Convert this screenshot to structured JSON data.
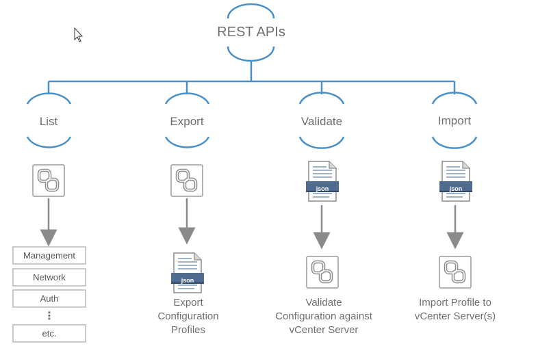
{
  "root": {
    "label": "REST APIs"
  },
  "nodes": [
    {
      "label": "List"
    },
    {
      "label": "Export"
    },
    {
      "label": "Validate"
    },
    {
      "label": "Import"
    }
  ],
  "file_tag": "json",
  "list_items": [
    "Management",
    "Network",
    "Auth",
    "etc."
  ],
  "list_ellipsis": "⋮",
  "outcomes": {
    "export": [
      "Export",
      "Configuration",
      "Profiles"
    ],
    "validate": [
      "Validate",
      "Configuration against",
      "vCenter Server"
    ],
    "import": [
      "Import Profile to",
      "vCenter Server(s)"
    ]
  },
  "colors": {
    "accent": "#4a90c8",
    "icon_gray": "#8c8c8c",
    "arrow": "#8a8a8a",
    "text": "#6f6f6f",
    "json_band": "#4f6b8f"
  }
}
